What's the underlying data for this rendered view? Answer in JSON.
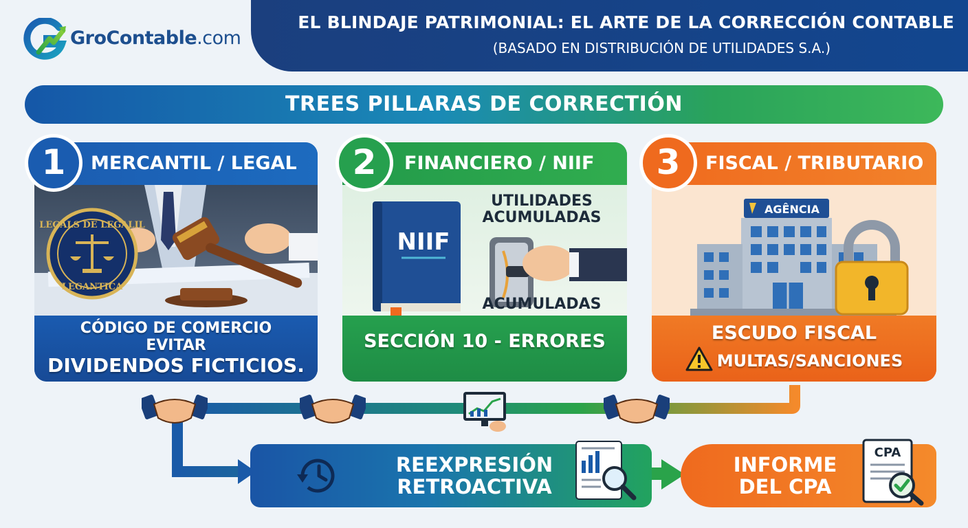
{
  "header": {
    "brand": "GroContable",
    "brand_domain": ".com",
    "title": "EL BLINDAJE PATRIMONIAL: EL ARTE DE LA CORRECCIÓN CONTABLE",
    "subtitle": "(BASADO EN DISTRIBUCIÓN DE UTILIDADES S.A.)"
  },
  "banner": {
    "text": "TREES PILLARAS DE CORRECTIÓN"
  },
  "pillars": [
    {
      "number": "1",
      "title": "MERCANTIL / LEGAL",
      "seal_top": "LEGALS DE LEGALIL",
      "seal_bottom": "LEGANTICA",
      "line1": "CÓDIGO DE COMERCIO",
      "line2": "EVITAR",
      "line3": "DIVIDENDOS FICTICIOS."
    },
    {
      "number": "2",
      "title": "FINANCIERO / NIIF",
      "book_label": "NIIF",
      "label_top_1": "UTILIDADES",
      "label_top_2": "ACUMULADAS",
      "label_bottom": "ACUMULADAS",
      "line1": "SECCIÓN 10 - ERRORES"
    },
    {
      "number": "3",
      "title": "FISCAL / TRIBUTARIO",
      "building_sign": "AGÊNCIA",
      "line1": "ESCUDO FISCAL",
      "line2": "MULTAS/SANCIONES"
    }
  ],
  "bottom": {
    "reexpresion_1": "REEXPRESIÓN",
    "reexpresion_2": "RETROACTIVA",
    "informe_1": "INFORME",
    "informe_2": "DEL CPA",
    "cpa_label": "CPA"
  },
  "colors": {
    "blue": "#1a5aa8",
    "green": "#26a04e",
    "orange": "#ef6a1e",
    "navy": "#1b3f7e"
  }
}
